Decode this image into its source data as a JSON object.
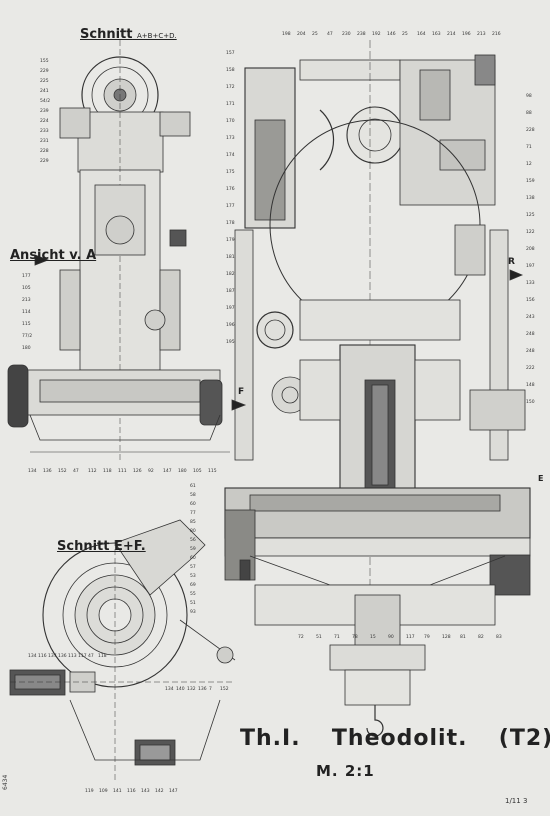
{
  "sheet": {
    "title_prefix": "Th.I.",
    "title_main": "Theodolit.",
    "title_suffix": "(T2)",
    "scale": "M. 2:1",
    "sheet_number": "1/11 3",
    "drawing_number": "6434"
  },
  "sections": {
    "section_ab": {
      "label": "Schnitt",
      "sub": "A+B+C+D."
    },
    "view_a": {
      "label": "Ansicht v. A"
    },
    "section_ef": {
      "label": "Schnitt E+F."
    }
  },
  "markers": {
    "arrow_a": "A",
    "arrow_f": "F",
    "arrow_r": "R",
    "arrow_e": "E"
  },
  "part_numbers": {
    "left_column_top": [
      "155",
      "229",
      "225",
      "241",
      "54/2",
      "239",
      "224",
      "233",
      "231",
      "228",
      "229"
    ],
    "left_column_mid": [
      "177",
      "105",
      "213",
      "114",
      "115",
      "77/2",
      "180"
    ],
    "left_bottom_row": [
      "134",
      "136",
      "152",
      "47",
      "112",
      "118",
      "111",
      "126",
      "92",
      "147",
      "180",
      "105",
      "115"
    ],
    "top_row": [
      "198",
      "204",
      "25",
      "47",
      "230",
      "238",
      "192",
      "146",
      "25",
      "164",
      "163",
      "214",
      "196",
      "213",
      "216"
    ],
    "right_column": [
      "98",
      "88",
      "228",
      "71",
      "12",
      "159",
      "138",
      "125",
      "122",
      "208",
      "197",
      "133",
      "156",
      "243",
      "248",
      "248",
      "222",
      "148",
      "150"
    ],
    "center_column": [
      "157",
      "158",
      "172",
      "171",
      "170",
      "173",
      "174",
      "175",
      "176",
      "177",
      "178",
      "179",
      "181",
      "182",
      "187",
      "197",
      "196",
      "195"
    ],
    "bottom_row": [
      "72",
      "51",
      "71",
      "78",
      "15",
      "90",
      "117",
      "79",
      "128",
      "81",
      "82",
      "83"
    ],
    "ef_left_row": [
      "134",
      "116",
      "137",
      "136",
      "113",
      "117",
      "47",
      "118"
    ],
    "ef_right_row": [
      "134",
      "140",
      "132",
      "136",
      "7",
      "152"
    ],
    "ef_bottom_row": [
      "119",
      "109",
      "141",
      "116",
      "143",
      "142",
      "147"
    ],
    "left_lower_column": [
      "61",
      "58",
      "60",
      "77",
      "85",
      "80",
      "56",
      "59",
      "60",
      "57",
      "53",
      "69",
      "55",
      "51",
      "93"
    ]
  }
}
